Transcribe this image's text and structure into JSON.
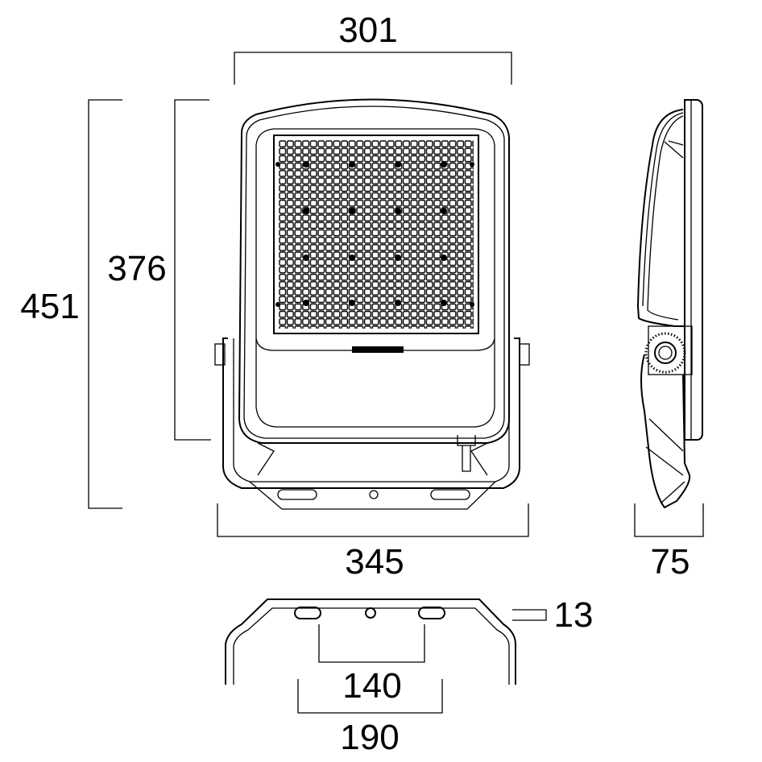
{
  "dimensions": {
    "front_width_top": "301",
    "front_height_panel": "376",
    "front_height_total": "451",
    "front_width_bracket": "345",
    "side_depth": "75",
    "bracket_thickness": "13",
    "bracket_hole_spacing": "140",
    "bracket_inner_width": "190"
  },
  "colors": {
    "line": "#000000",
    "background": "#ffffff"
  }
}
